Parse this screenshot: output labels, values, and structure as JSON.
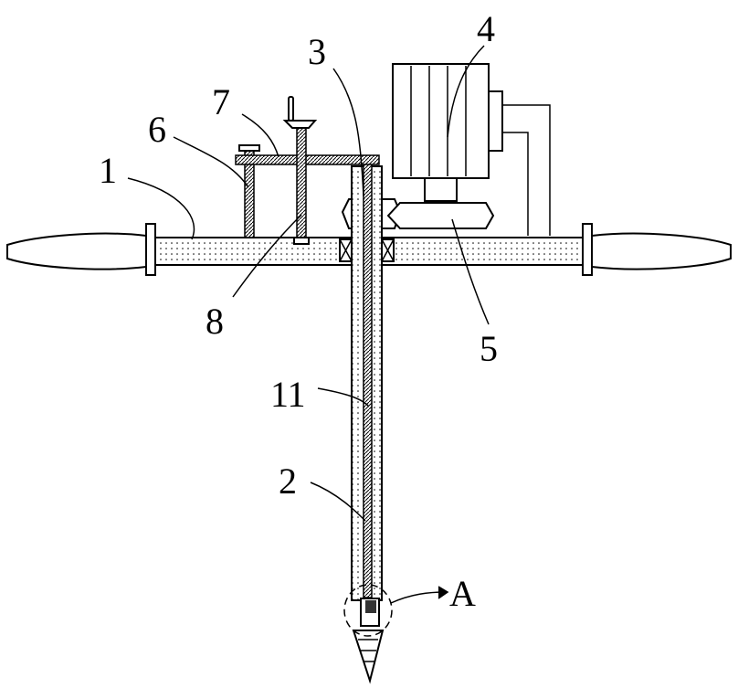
{
  "figure": {
    "labels": {
      "l1": "1",
      "l2": "2",
      "l3": "3",
      "l4": "4",
      "l5": "5",
      "l6": "6",
      "l7": "7",
      "l8": "8",
      "l11": "11",
      "lA": "A"
    }
  }
}
